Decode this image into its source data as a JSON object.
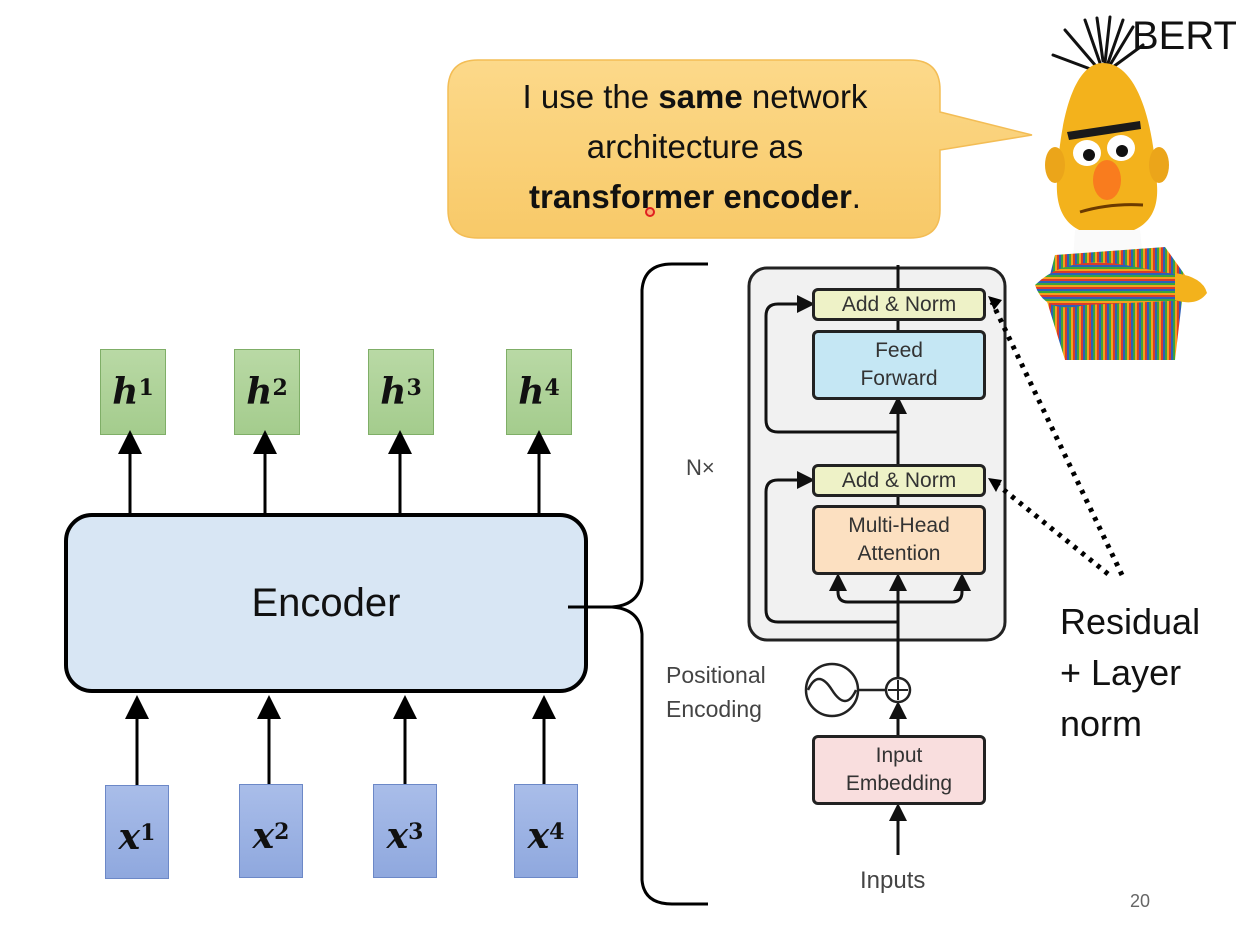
{
  "slide": {
    "page_number": "20",
    "callout": {
      "line1_pre": "I use the ",
      "line1_bold": "same",
      "line1_post": " network",
      "line2": "architecture as",
      "line3_bold": "transformer encoder",
      "line3_post": "."
    },
    "character_label": "BERT",
    "character_image": "bert-muppet",
    "encoder_label": "Encoder",
    "outputs": [
      {
        "base": "h",
        "sup": "1"
      },
      {
        "base": "h",
        "sup": "2"
      },
      {
        "base": "h",
        "sup": "3"
      },
      {
        "base": "h",
        "sup": "4"
      }
    ],
    "inputs": [
      {
        "base": "x",
        "sup": "1"
      },
      {
        "base": "x",
        "sup": "2"
      },
      {
        "base": "x",
        "sup": "3"
      },
      {
        "base": "x",
        "sup": "4"
      }
    ],
    "transformer": {
      "repeat_label": "N×",
      "add_norm_top": "Add & Norm",
      "feed_forward_line1": "Feed",
      "feed_forward_line2": "Forward",
      "add_norm_bottom": "Add & Norm",
      "mha_line1": "Multi-Head",
      "mha_line2": "Attention",
      "pos_enc_line1": "Positional",
      "pos_enc_line2": "Encoding",
      "embedding_line1": "Input",
      "embedding_line2": "Embedding",
      "inputs_label": "Inputs"
    },
    "annotation": {
      "line1": "Residual",
      "line2": "+ Layer",
      "line3": "norm"
    },
    "colors": {
      "callout_fill": "#fbd27a",
      "output_box": "#acd196",
      "input_box": "#9bb2e3",
      "encoder_fill": "#d8e6f4",
      "add_norm": "#eef2c7",
      "feed_forward": "#c5e7f4",
      "multi_head_attention": "#fce0c1",
      "input_embedding": "#f9dede",
      "laser_pointer": "#e02020"
    }
  }
}
